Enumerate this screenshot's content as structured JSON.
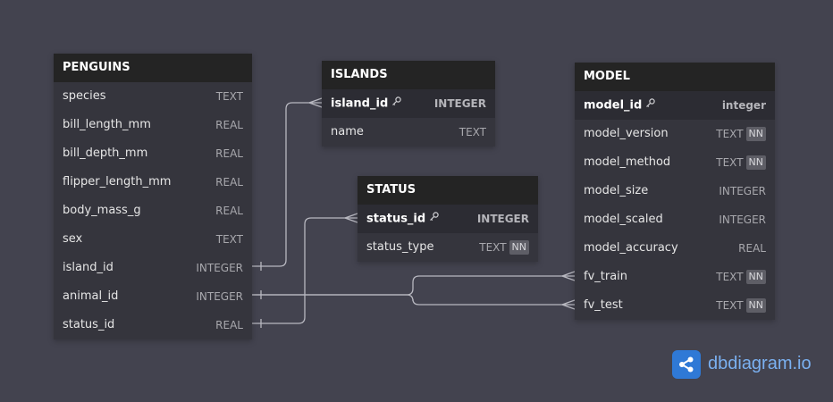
{
  "tables": {
    "penguins": {
      "name": "PENGUINS",
      "fields": [
        {
          "name": "species",
          "type": "TEXT"
        },
        {
          "name": "bill_length_mm",
          "type": "REAL"
        },
        {
          "name": "bill_depth_mm",
          "type": "REAL"
        },
        {
          "name": "flipper_length_mm",
          "type": "REAL"
        },
        {
          "name": "body_mass_g",
          "type": "REAL"
        },
        {
          "name": "sex",
          "type": "TEXT"
        },
        {
          "name": "island_id",
          "type": "INTEGER"
        },
        {
          "name": "animal_id",
          "type": "INTEGER"
        },
        {
          "name": "status_id",
          "type": "REAL"
        }
      ]
    },
    "islands": {
      "name": "ISLANDS",
      "fields": [
        {
          "name": "island_id",
          "type": "INTEGER"
        },
        {
          "name": "name",
          "type": "TEXT"
        }
      ]
    },
    "status": {
      "name": "STATUS",
      "fields": [
        {
          "name": "status_id",
          "type": "INTEGER"
        },
        {
          "name": "status_type",
          "type": "TEXT",
          "badge": "NN"
        }
      ]
    },
    "model": {
      "name": "MODEL",
      "fields": [
        {
          "name": "model_id",
          "type": "integer"
        },
        {
          "name": "model_version",
          "type": "TEXT",
          "badge": "NN"
        },
        {
          "name": "model_method",
          "type": "TEXT",
          "badge": "NN"
        },
        {
          "name": "model_size",
          "type": "INTEGER"
        },
        {
          "name": "model_scaled",
          "type": "INTEGER"
        },
        {
          "name": "model_accuracy",
          "type": "REAL"
        },
        {
          "name": "fv_train",
          "type": "TEXT",
          "badge": "NN"
        },
        {
          "name": "fv_test",
          "type": "TEXT",
          "badge": "NN"
        }
      ]
    }
  },
  "brand": {
    "text": "dbdiagram.io"
  },
  "colors": {
    "background": "#43434f",
    "table": "#35353d",
    "header": "#242424",
    "relation": "#b8b8c0",
    "brand": "#2f79d6"
  }
}
